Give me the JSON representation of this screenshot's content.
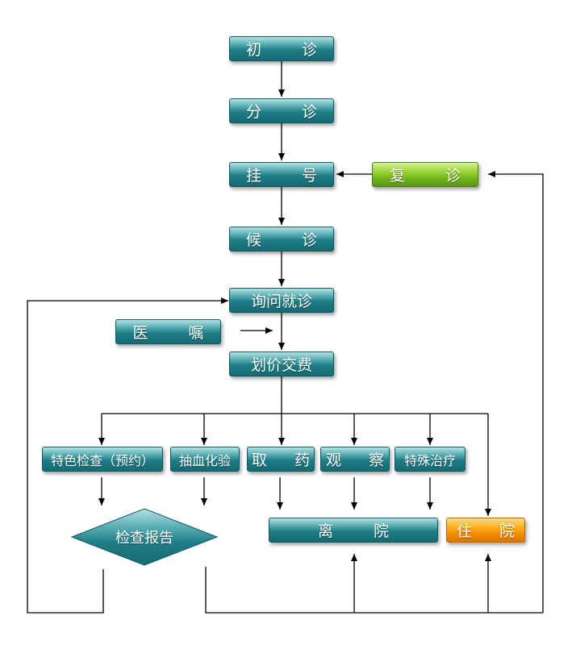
{
  "nodes": {
    "chuzhen": "初 诊",
    "fenzhen": "分 诊",
    "guahao": "挂 号",
    "fuzhen": "复 诊",
    "houzhen": "候 诊",
    "xunwen": "询问就诊",
    "yizhu": "医 嘱",
    "huajia": "划价交费",
    "tese": "特色检查（预约）",
    "chouxue": "抽血化验",
    "quyao": "取 药",
    "guancha": "观 察",
    "teshu": "特殊治疗",
    "baogao": "检查报告",
    "liyuan": "离 院",
    "zhuyuan": "住 院"
  },
  "colors": {
    "teal": "#1f7d86",
    "green": "#6fb01c",
    "orange": "#f08a00",
    "line": "#000000"
  }
}
